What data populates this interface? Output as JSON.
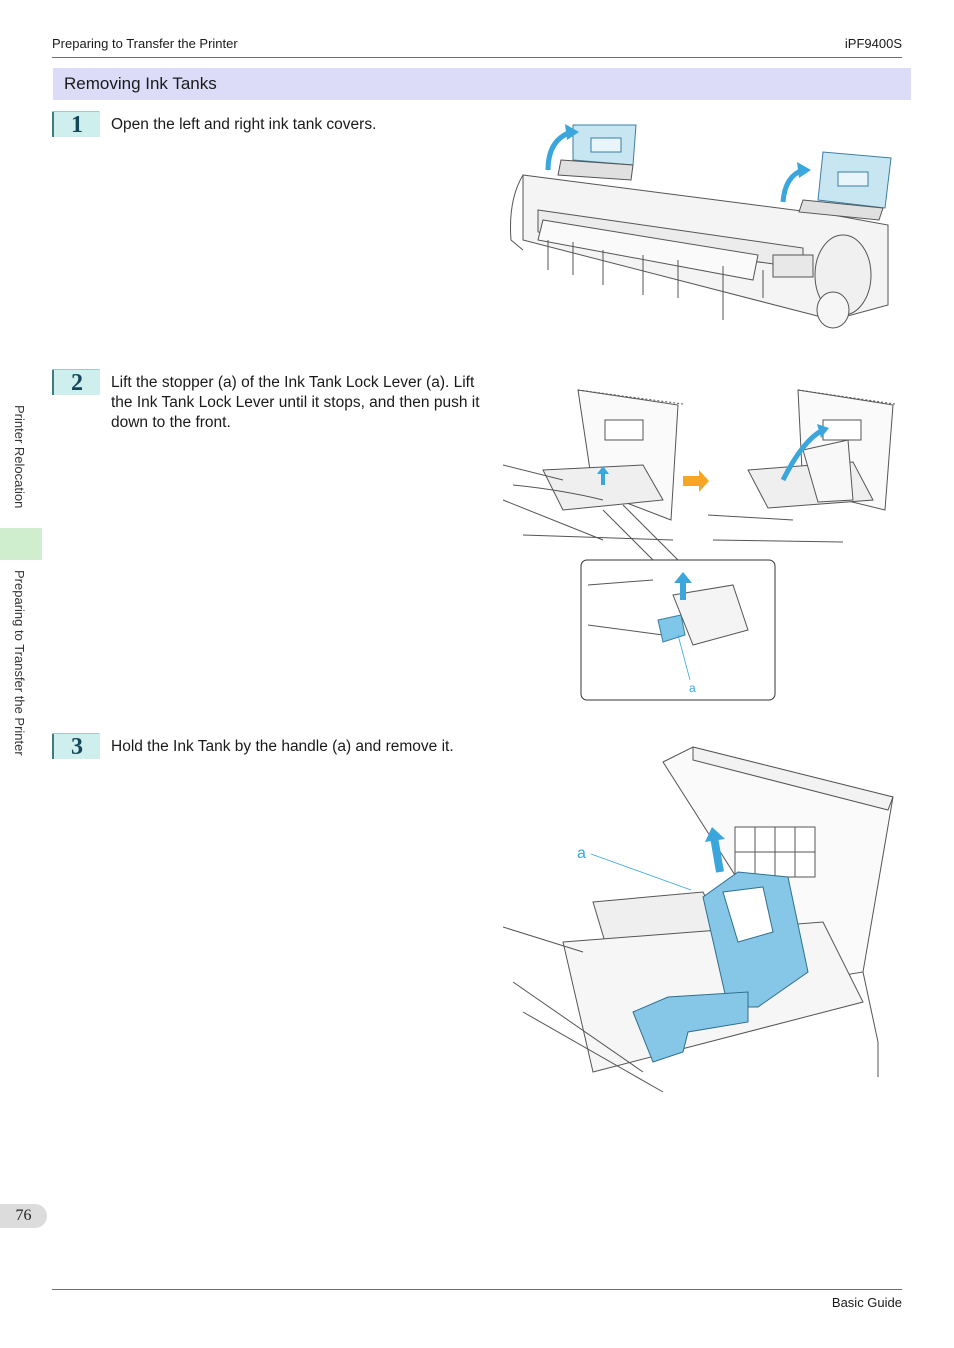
{
  "header": {
    "left": "Preparing to Transfer the Printer",
    "right": "iPF9400S"
  },
  "section": {
    "title": "Removing Ink Tanks"
  },
  "steps": [
    {
      "number": "1",
      "text": "Open the left and right ink tank covers."
    },
    {
      "number": "2",
      "text": "Lift the stopper (a) of the Ink Tank Lock Lever (a). Lift the Ink Tank Lock Lever until it stops, and then push it down to the front."
    },
    {
      "number": "3",
      "text": "Hold the Ink Tank by the handle (a) and remove it."
    }
  ],
  "figures": {
    "step2_label": "a",
    "step3_label": "a"
  },
  "side_tabs": [
    "Printer Relocation",
    "Preparing to Transfer the Printer"
  ],
  "page_number": "76",
  "footer": {
    "right": "Basic Guide"
  },
  "colors": {
    "section_bar": "#dcdcf8",
    "step_badge": "#cfeeee",
    "accent_arrow": "#3aa6dc",
    "highlight": "#7fc7e8",
    "side_tab": "#cfeecd",
    "orange_arrow": "#f5a623"
  }
}
